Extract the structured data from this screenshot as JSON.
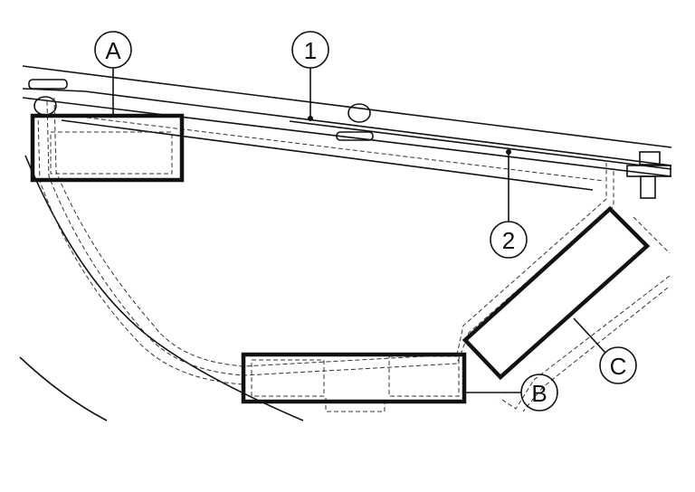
{
  "callouts": {
    "a": "A",
    "one": "1",
    "two": "2",
    "b": "B",
    "c": "C"
  }
}
